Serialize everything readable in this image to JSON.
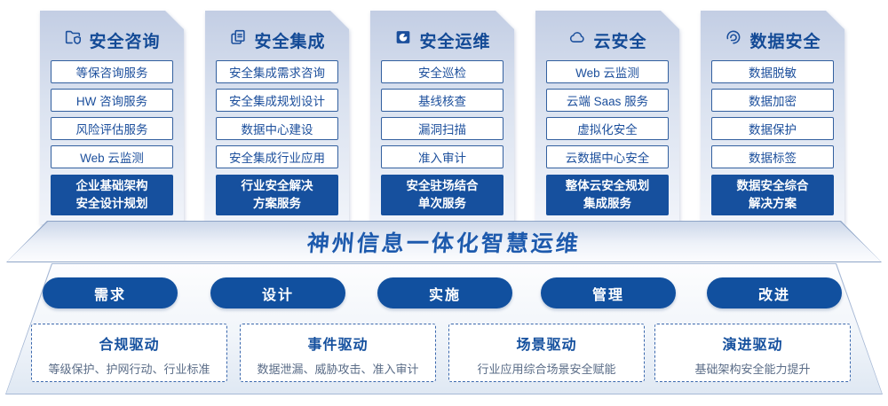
{
  "palette": {
    "accent": "#16509E",
    "item_border": "#33609F",
    "banner_text": "#1D5AAD",
    "desc_text": "#5A6C87"
  },
  "columns": [
    {
      "title": "安全咨询",
      "icon": "folder-shield-icon",
      "items": [
        "等保咨询服务",
        "HW 咨询服务",
        "风险评估服务",
        "Web 云监测"
      ],
      "highlight": "企业基础架构\n安全设计规划"
    },
    {
      "title": "安全集成",
      "icon": "documents-icon",
      "items": [
        "安全集成需求咨询",
        "安全集成规划设计",
        "数据中心建设",
        "安全集成行业应用"
      ],
      "highlight": "行业安全解决\n方案服务"
    },
    {
      "title": "安全运维",
      "icon": "refresh-box-icon",
      "items": [
        "安全巡检",
        "基线核查",
        "漏洞扫描",
        "准入审计"
      ],
      "highlight": "安全驻场结合\n单次服务"
    },
    {
      "title": "云安全",
      "icon": "cloud-icon",
      "items": [
        "Web 云监测",
        "云端 Saas 服务",
        "虚拟化安全",
        "云数据中心安全"
      ],
      "highlight": "整体云安全规划\n集成服务"
    },
    {
      "title": "数据安全",
      "icon": "fingerprint-icon",
      "items": [
        "数据脱敏",
        "数据加密",
        "数据保护",
        "数据标签"
      ],
      "highlight": "数据安全综合\n解决方案"
    }
  ],
  "banner": {
    "title": "神州信息一体化智慧运维"
  },
  "process": [
    "需求",
    "设计",
    "实施",
    "管理",
    "改进"
  ],
  "drivers": [
    {
      "title": "合规驱动",
      "desc": "等级保护、护网行动、行业标准"
    },
    {
      "title": "事件驱动",
      "desc": "数据泄漏、威胁攻击、准入审计"
    },
    {
      "title": "场景驱动",
      "desc": "行业应用综合场景安全赋能"
    },
    {
      "title": "演进驱动",
      "desc": "基础架构安全能力提升"
    }
  ]
}
